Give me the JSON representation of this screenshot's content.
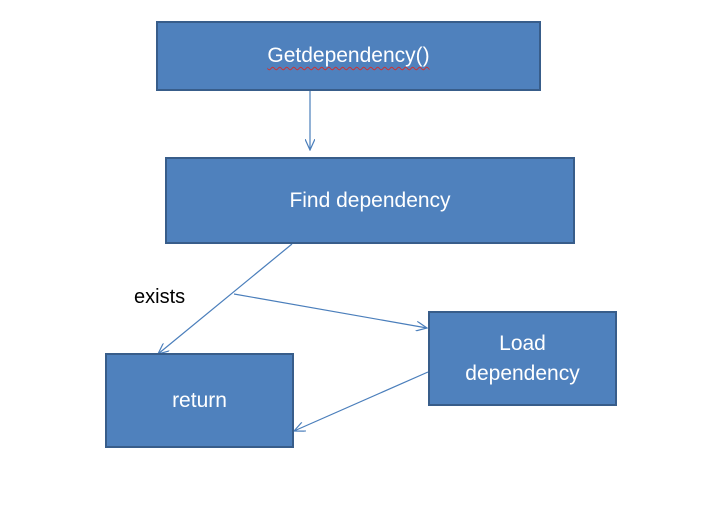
{
  "diagram": {
    "nodes": {
      "getdependency": {
        "label": "Getdependency()"
      },
      "find_dependency": {
        "label": "Find dependency"
      },
      "load_dependency": {
        "label_line1": "Load",
        "label_line2": "dependency"
      },
      "return": {
        "label": "return"
      }
    },
    "edges": [
      {
        "from": "Getdependency()",
        "to": "Find dependency",
        "label": ""
      },
      {
        "from": "Find dependency",
        "to": "return",
        "label": "exists"
      },
      {
        "from": "Find dependency",
        "to": "Load dependency",
        "label": ""
      },
      {
        "from": "Load dependency",
        "to": "return",
        "label": ""
      }
    ],
    "edge_label_exists": "exists",
    "colors": {
      "node_fill": "#4f81bd",
      "node_border": "#385d8a",
      "connector": "#4a7ebb",
      "node_text": "#ffffff",
      "spellcheck_underline": "#d03030"
    }
  }
}
